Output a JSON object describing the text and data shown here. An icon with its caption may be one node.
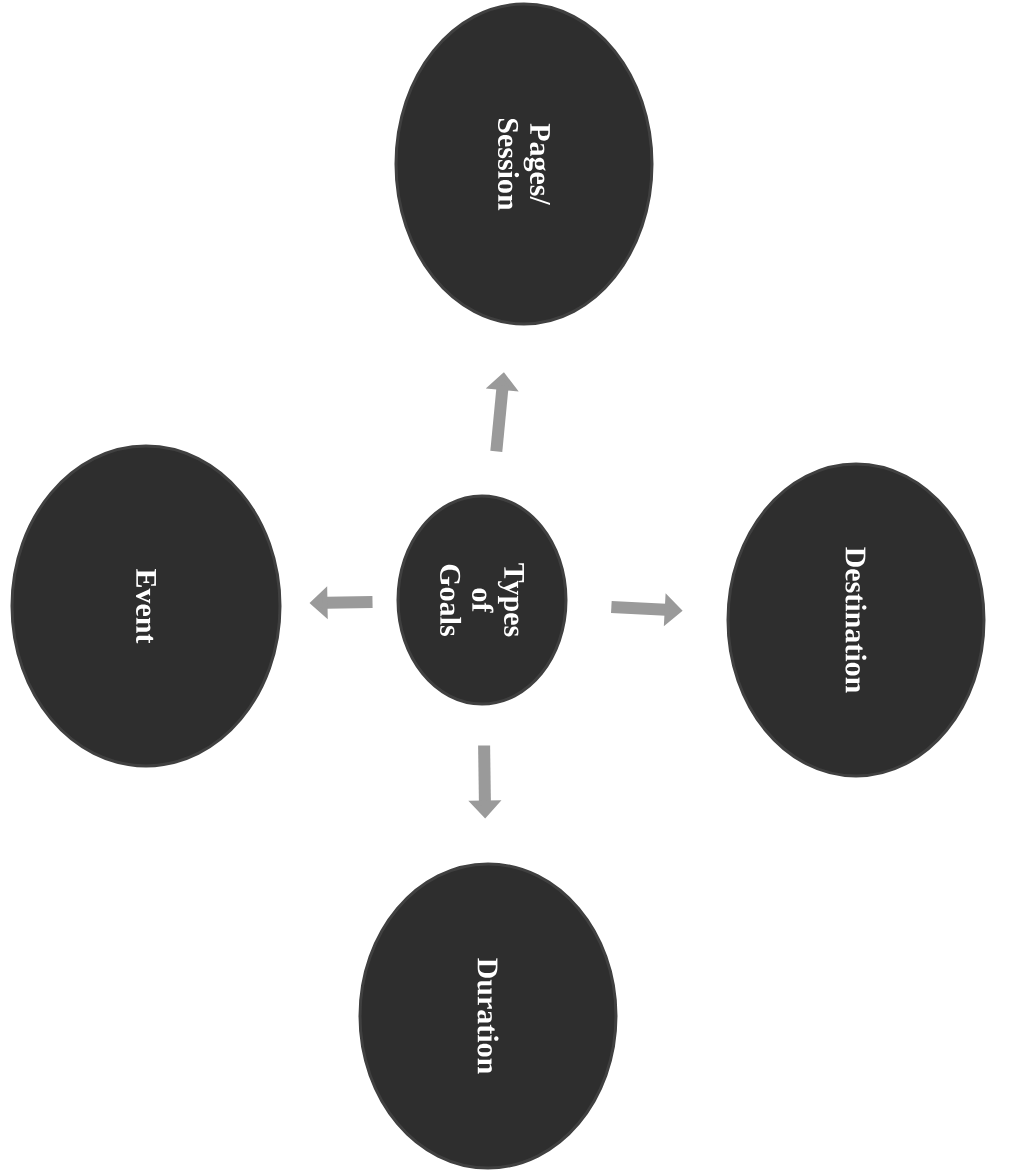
{
  "diagram": {
    "nodes": [
      {
        "text": [
          "Pages/ Session"
        ]
      },
      {
        "text": [
          "Event"
        ]
      },
      {
        "text": [
          "Types of Goals"
        ]
      },
      {
        "text": [
          "Destination"
        ]
      },
      {
        "text": [
          "Duration"
        ]
      }
    ],
    "edges": [
      {
        "from": 2,
        "to": 0,
        "arrow": "to"
      },
      {
        "from": 2,
        "to": 1,
        "arrow": "to"
      },
      {
        "from": 2,
        "to": 3,
        "arrow": "to"
      },
      {
        "from": 2,
        "to": 4,
        "arrow": "to"
      }
    ]
  }
}
